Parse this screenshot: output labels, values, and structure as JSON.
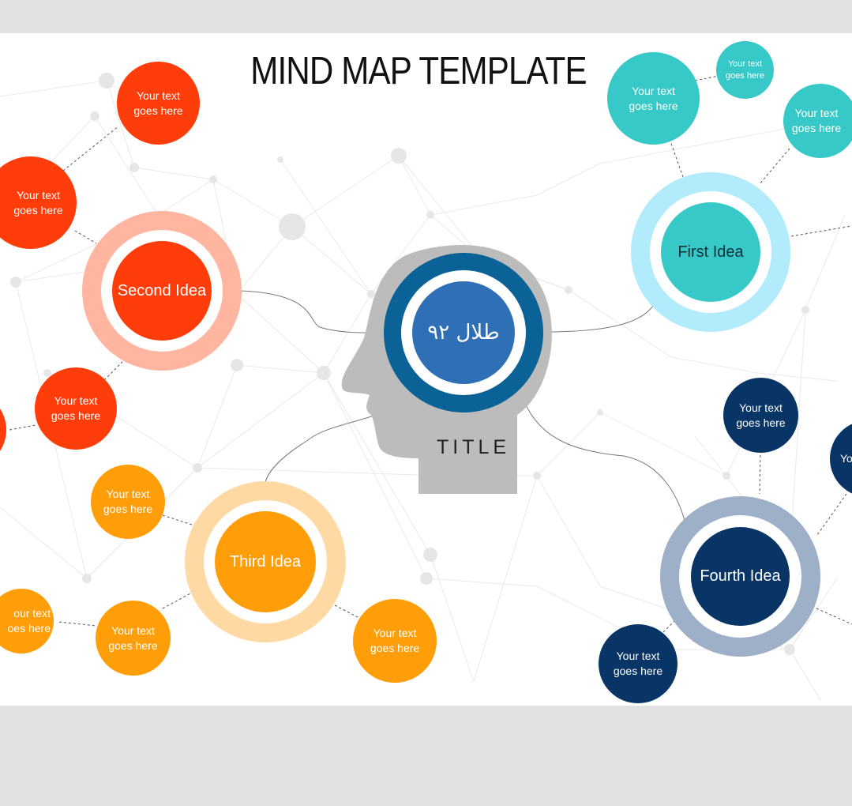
{
  "title": "MIND MAP TEMPLATE",
  "center": {
    "label": "طلال ٩٢",
    "caption": "TITLE"
  },
  "ideas": {
    "first": "First Idea",
    "second": "Second Idea",
    "third": "Third Idea",
    "fourth": "Fourth Idea"
  },
  "leaf_lines": [
    "Your text",
    "goes here"
  ],
  "leaf_partial": [
    "Yo",
    "our text",
    "oes here"
  ],
  "colors": {
    "first": "#37c8c8",
    "second": "#ff3d0a",
    "third": "#ff9e08",
    "fourth": "#083466",
    "center": "#2e6fb5",
    "head": "#bcbcbc"
  }
}
